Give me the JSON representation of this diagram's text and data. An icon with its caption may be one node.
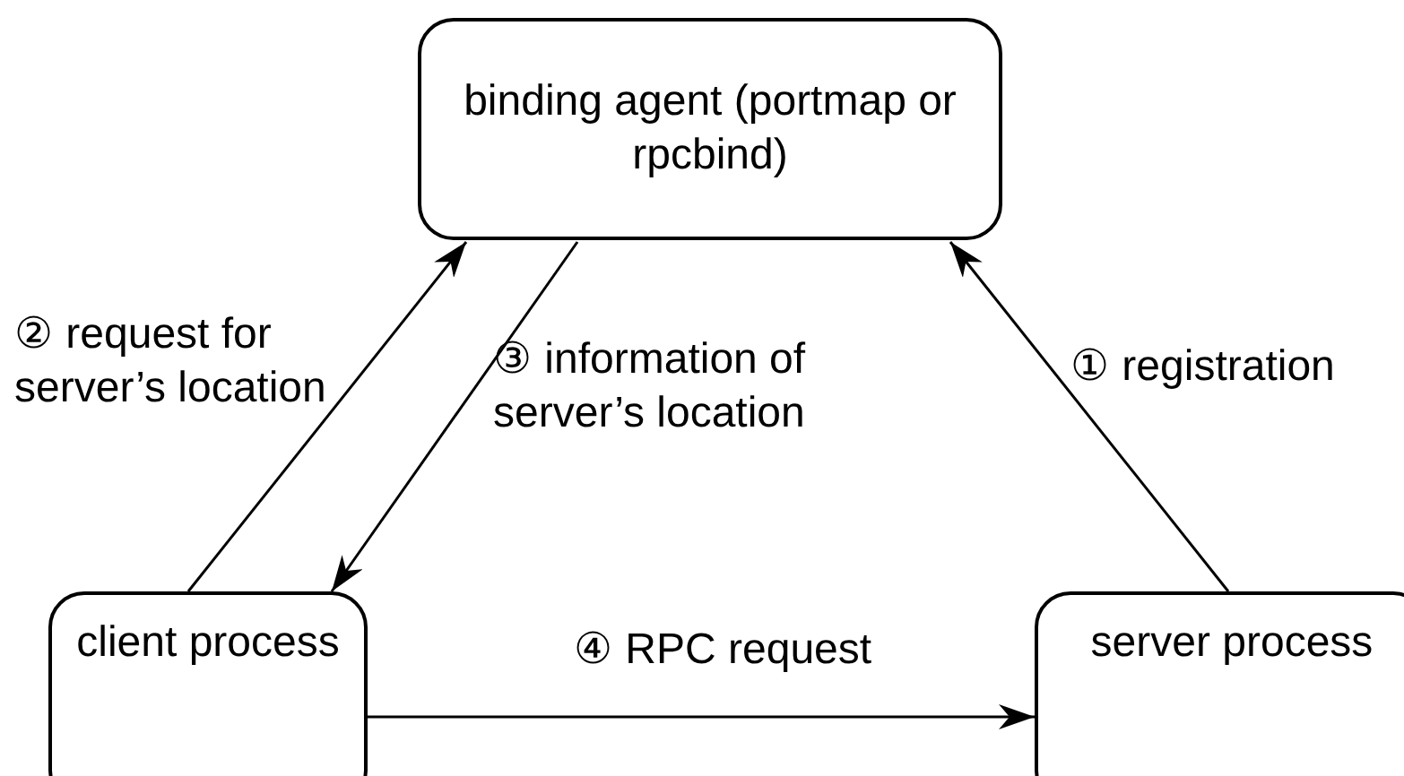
{
  "diagram": {
    "nodes": [
      {
        "text": [
          "binding agent (portmap or rpcbind)"
        ]
      },
      {
        "text": [
          "client process"
        ]
      },
      {
        "text": [
          "server process"
        ]
      }
    ],
    "edges": [
      {
        "from": 2,
        "to": 0,
        "arrow": "to",
        "label": "① registration"
      },
      {
        "from": 1,
        "to": 0,
        "arrow": "to",
        "label": "② request for server’s location"
      },
      {
        "from": 0,
        "to": 1,
        "arrow": "to",
        "label": "③ information of server’s location"
      },
      {
        "from": 1,
        "to": 2,
        "arrow": "to",
        "label": "④ RPC request"
      }
    ]
  }
}
